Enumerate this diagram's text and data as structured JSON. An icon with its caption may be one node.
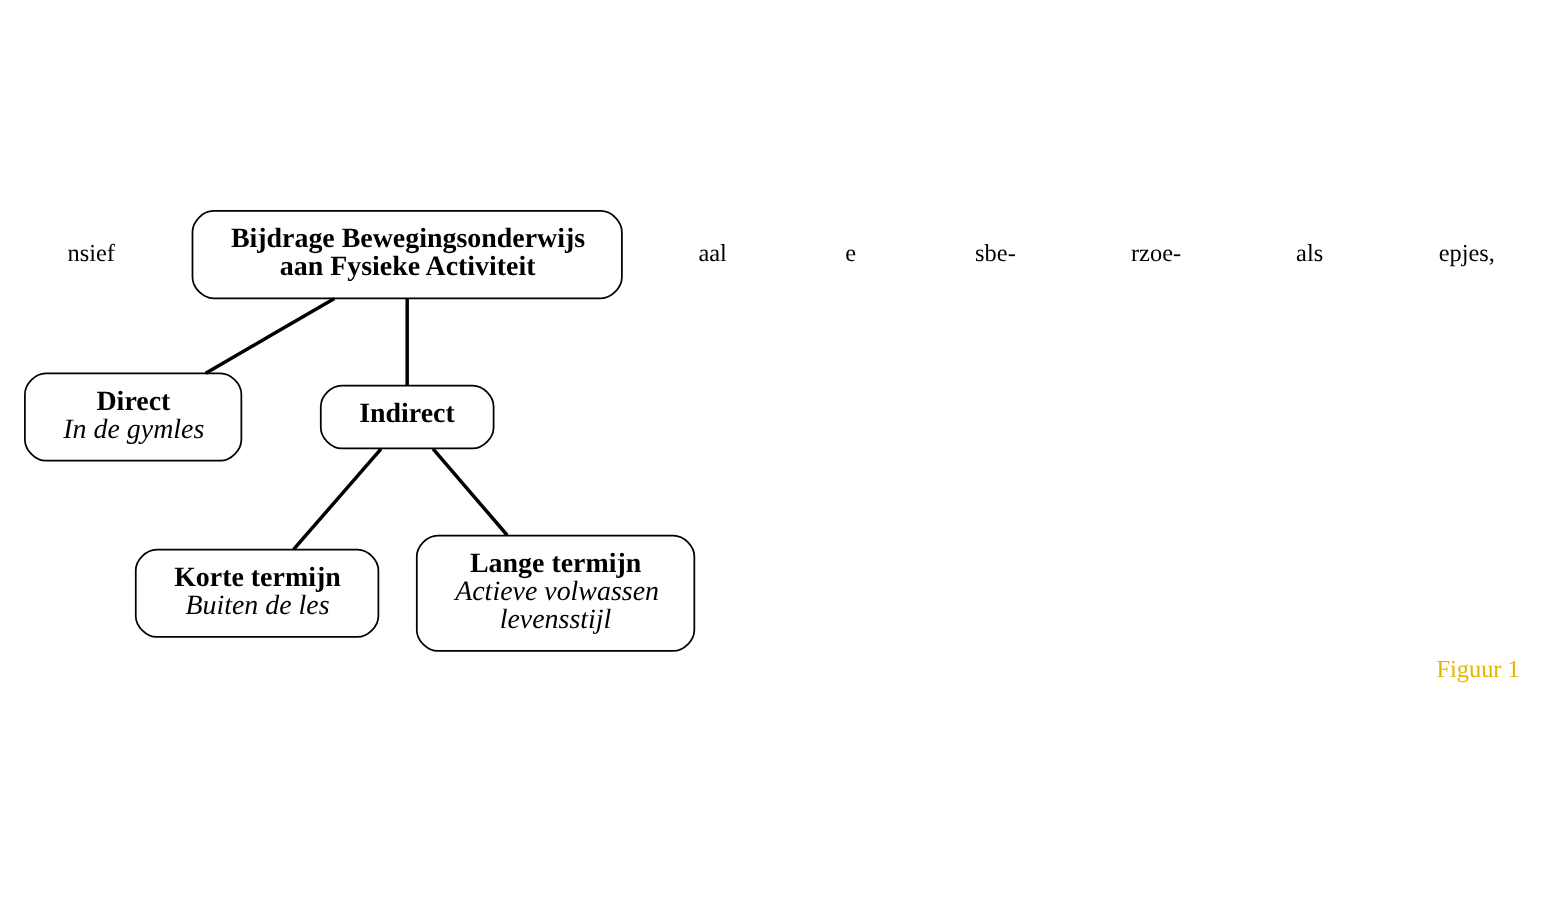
{
  "diagram": {
    "caption": "Figuur 1",
    "nodes": [
      {
        "text": [
          "Bijdrage Bewegingsonderwijs aan Fysieke Activiteit"
        ]
      },
      {
        "text": [
          "Direct",
          "In de gymles"
        ]
      },
      {
        "text": [
          "Indirect"
        ]
      },
      {
        "text": [
          "Korte termijn",
          "Buiten de les"
        ]
      },
      {
        "text": [
          "Lange termijn",
          "Actieve volwassen levensstijl"
        ]
      }
    ],
    "edges": [
      {
        "from": 0,
        "to": 1,
        "arrow": "none"
      },
      {
        "from": 0,
        "to": 2,
        "arrow": "none"
      },
      {
        "from": 2,
        "to": 3,
        "arrow": "none"
      },
      {
        "from": 2,
        "to": 4,
        "arrow": "none"
      }
    ],
    "labels": [
      "nsief",
      "aal",
      "e",
      "sbe-",
      "rzoe-",
      "als",
      "epjes,"
    ]
  }
}
